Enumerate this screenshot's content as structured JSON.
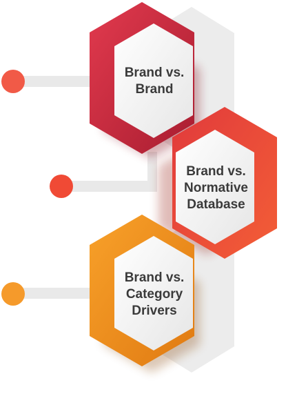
{
  "colors": {
    "hex1": "#c9283e",
    "hex2": "#f04a35",
    "hex3": "#f4921f",
    "dot1": "#f15a47",
    "dot2": "#f04a35",
    "dot3": "#f59a2b",
    "connector": "#e8e8e8",
    "inner": "#f0f0f0",
    "text": "#3a3a3a"
  },
  "items": [
    {
      "lines": [
        "Brand vs.",
        "Brand"
      ]
    },
    {
      "lines": [
        "Brand vs.",
        "Normative",
        "Database"
      ]
    },
    {
      "lines": [
        "Brand vs.",
        "Category",
        "Drivers"
      ]
    }
  ]
}
